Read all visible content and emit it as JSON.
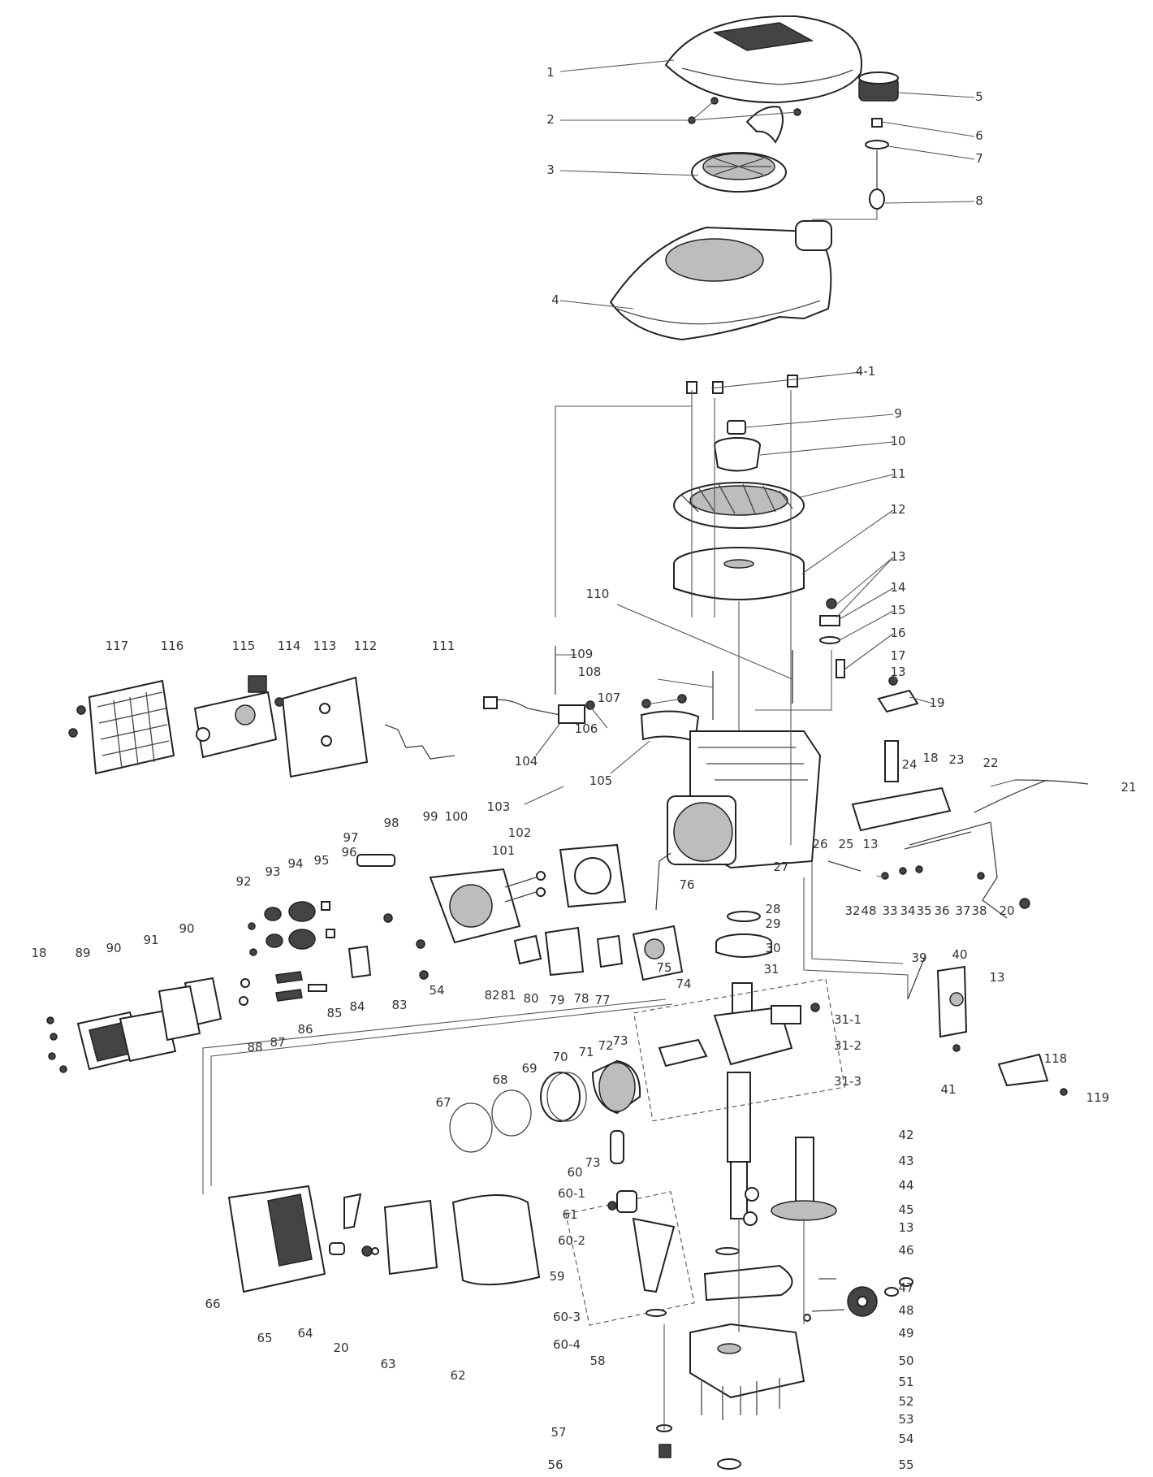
{
  "labels": [
    {
      "id": "1",
      "text": "1"
    },
    {
      "id": "2",
      "text": "2"
    },
    {
      "id": "3",
      "text": "3"
    },
    {
      "id": "4",
      "text": "4"
    },
    {
      "id": "5",
      "text": "5"
    },
    {
      "id": "6",
      "text": "6"
    },
    {
      "id": "7",
      "text": "7"
    },
    {
      "id": "8",
      "text": "8"
    },
    {
      "id": "4-1",
      "text": "4-1"
    },
    {
      "id": "9",
      "text": "9"
    },
    {
      "id": "10",
      "text": "10"
    },
    {
      "id": "11",
      "text": "11"
    },
    {
      "id": "12",
      "text": "12"
    },
    {
      "id": "13a",
      "text": "13"
    },
    {
      "id": "14",
      "text": "14"
    },
    {
      "id": "15",
      "text": "15"
    },
    {
      "id": "16",
      "text": "16"
    },
    {
      "id": "17",
      "text": "17"
    },
    {
      "id": "13b",
      "text": "13"
    },
    {
      "id": "19",
      "text": "19"
    },
    {
      "id": "110",
      "text": "110"
    },
    {
      "id": "109",
      "text": "109"
    },
    {
      "id": "108",
      "text": "108"
    },
    {
      "id": "107",
      "text": "107"
    },
    {
      "id": "106",
      "text": "106"
    },
    {
      "id": "104",
      "text": "104"
    },
    {
      "id": "105",
      "text": "105"
    },
    {
      "id": "103",
      "text": "103"
    },
    {
      "id": "117",
      "text": "117"
    },
    {
      "id": "116",
      "text": "116"
    },
    {
      "id": "115",
      "text": "115"
    },
    {
      "id": "114",
      "text": "114"
    },
    {
      "id": "113",
      "text": "113"
    },
    {
      "id": "112",
      "text": "112"
    },
    {
      "id": "111",
      "text": "111"
    },
    {
      "id": "24",
      "text": "24"
    },
    {
      "id": "18a",
      "text": "18"
    },
    {
      "id": "23",
      "text": "23"
    },
    {
      "id": "22",
      "text": "22"
    },
    {
      "id": "21",
      "text": "21"
    },
    {
      "id": "26",
      "text": "26"
    },
    {
      "id": "25",
      "text": "25"
    },
    {
      "id": "13c",
      "text": "13"
    },
    {
      "id": "97",
      "text": "97"
    },
    {
      "id": "98",
      "text": "98"
    },
    {
      "id": "99",
      "text": "99"
    },
    {
      "id": "100",
      "text": "100"
    },
    {
      "id": "102",
      "text": "102"
    },
    {
      "id": "101",
      "text": "101"
    },
    {
      "id": "27",
      "text": "27"
    },
    {
      "id": "32",
      "text": "32"
    },
    {
      "id": "48a",
      "text": "48"
    },
    {
      "id": "33",
      "text": "33"
    },
    {
      "id": "34",
      "text": "34"
    },
    {
      "id": "35",
      "text": "35"
    },
    {
      "id": "36",
      "text": "36"
    },
    {
      "id": "37",
      "text": "37"
    },
    {
      "id": "38",
      "text": "38"
    },
    {
      "id": "20a",
      "text": "20"
    },
    {
      "id": "92",
      "text": "92"
    },
    {
      "id": "93",
      "text": "93"
    },
    {
      "id": "94",
      "text": "94"
    },
    {
      "id": "95",
      "text": "95"
    },
    {
      "id": "96",
      "text": "96"
    },
    {
      "id": "76",
      "text": "76"
    },
    {
      "id": "28",
      "text": "28"
    },
    {
      "id": "29",
      "text": "29"
    },
    {
      "id": "30",
      "text": "30"
    },
    {
      "id": "31",
      "text": "31"
    },
    {
      "id": "39",
      "text": "39"
    },
    {
      "id": "40",
      "text": "40"
    },
    {
      "id": "13d",
      "text": "13"
    },
    {
      "id": "18b",
      "text": "18"
    },
    {
      "id": "89",
      "text": "89"
    },
    {
      "id": "90a",
      "text": "90"
    },
    {
      "id": "91",
      "text": "91"
    },
    {
      "id": "90b",
      "text": "90"
    },
    {
      "id": "84",
      "text": "84"
    },
    {
      "id": "83",
      "text": "83"
    },
    {
      "id": "54a",
      "text": "54"
    },
    {
      "id": "82",
      "text": "82"
    },
    {
      "id": "81",
      "text": "81"
    },
    {
      "id": "80",
      "text": "80"
    },
    {
      "id": "79",
      "text": "79"
    },
    {
      "id": "78",
      "text": "78"
    },
    {
      "id": "77",
      "text": "77"
    },
    {
      "id": "75",
      "text": "75"
    },
    {
      "id": "74",
      "text": "74"
    },
    {
      "id": "86",
      "text": "86"
    },
    {
      "id": "85",
      "text": "85"
    },
    {
      "id": "88",
      "text": "88"
    },
    {
      "id": "87",
      "text": "87"
    },
    {
      "id": "31-1",
      "text": "31-1"
    },
    {
      "id": "31-2",
      "text": "31-2"
    },
    {
      "id": "31-3",
      "text": "31-3"
    },
    {
      "id": "41",
      "text": "41"
    },
    {
      "id": "118",
      "text": "118"
    },
    {
      "id": "119",
      "text": "119"
    },
    {
      "id": "67",
      "text": "67"
    },
    {
      "id": "68",
      "text": "68"
    },
    {
      "id": "69",
      "text": "69"
    },
    {
      "id": "70",
      "text": "70"
    },
    {
      "id": "71",
      "text": "71"
    },
    {
      "id": "72",
      "text": "72"
    },
    {
      "id": "73a",
      "text": "73"
    },
    {
      "id": "73b",
      "text": "73"
    },
    {
      "id": "60",
      "text": "60"
    },
    {
      "id": "60-1",
      "text": "60-1"
    },
    {
      "id": "61",
      "text": "61"
    },
    {
      "id": "60-2",
      "text": "60-2"
    },
    {
      "id": "59",
      "text": "59"
    },
    {
      "id": "42",
      "text": "42"
    },
    {
      "id": "43",
      "text": "43"
    },
    {
      "id": "44",
      "text": "44"
    },
    {
      "id": "45",
      "text": "45"
    },
    {
      "id": "13e",
      "text": "13"
    },
    {
      "id": "46",
      "text": "46"
    },
    {
      "id": "47",
      "text": "47"
    },
    {
      "id": "48b",
      "text": "48"
    },
    {
      "id": "49",
      "text": "49"
    },
    {
      "id": "50",
      "text": "50"
    },
    {
      "id": "51",
      "text": "51"
    },
    {
      "id": "52",
      "text": "52"
    },
    {
      "id": "53",
      "text": "53"
    },
    {
      "id": "54b",
      "text": "54"
    },
    {
      "id": "55",
      "text": "55"
    },
    {
      "id": "56",
      "text": "56"
    },
    {
      "id": "57",
      "text": "57"
    },
    {
      "id": "58",
      "text": "58"
    },
    {
      "id": "60-3",
      "text": "60-3"
    },
    {
      "id": "60-4",
      "text": "60-4"
    },
    {
      "id": "66",
      "text": "66"
    },
    {
      "id": "65",
      "text": "65"
    },
    {
      "id": "64",
      "text": "64"
    },
    {
      "id": "20b",
      "text": "20"
    },
    {
      "id": "63",
      "text": "63"
    },
    {
      "id": "62",
      "text": "62"
    }
  ]
}
